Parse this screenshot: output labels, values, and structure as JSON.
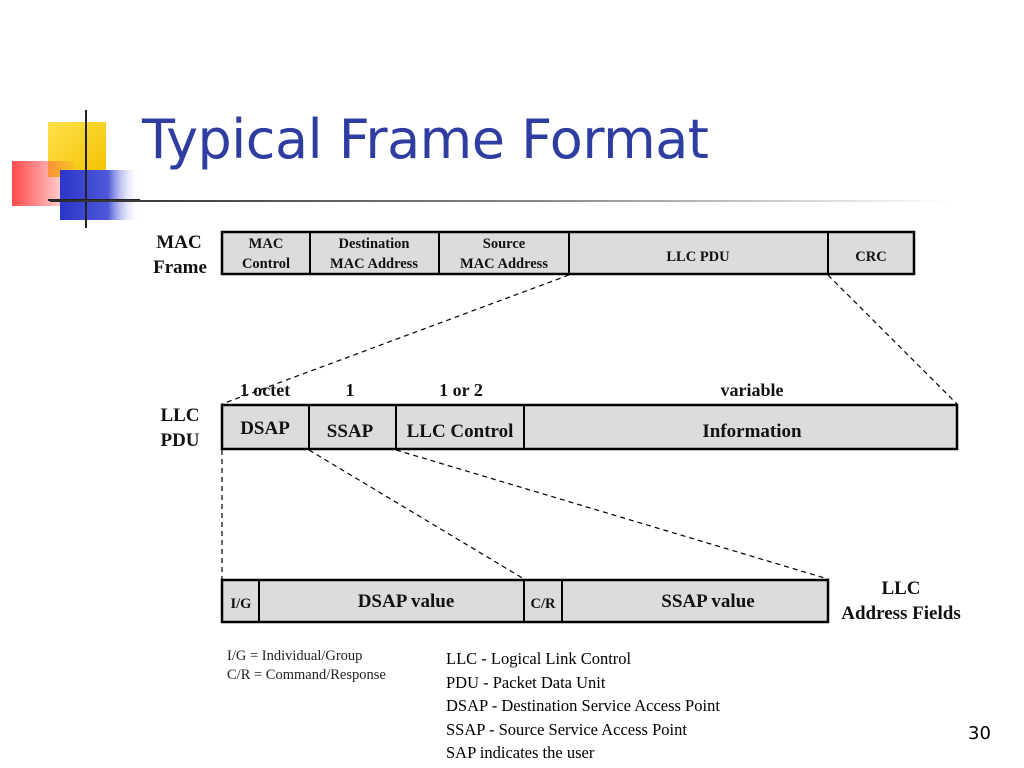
{
  "slide": {
    "title": "Typical Frame Format",
    "page_number": "30"
  },
  "mac_frame": {
    "row_label_line1": "MAC",
    "row_label_line2": "Frame",
    "fields": [
      {
        "line1": "MAC",
        "line2": "Control"
      },
      {
        "line1": "Destination",
        "line2": "MAC Address"
      },
      {
        "line1": "Source",
        "line2": "MAC Address"
      },
      {
        "line1": "LLC PDU",
        "line2": ""
      },
      {
        "line1": "CRC",
        "line2": ""
      }
    ]
  },
  "llc_pdu": {
    "row_label_line1": "LLC",
    "row_label_line2": "PDU",
    "sizes": [
      "1 octet",
      "1",
      "1 or 2",
      "variable"
    ],
    "fields": [
      "DSAP",
      "SSAP",
      "LLC Control",
      "Information"
    ]
  },
  "address_fields": {
    "row_label_line1": "LLC",
    "row_label_line2": "Address Fields",
    "fields": [
      "I/G",
      "DSAP value",
      "C/R",
      "SSAP value"
    ]
  },
  "legend_left": [
    "I/G = Individual/Group",
    "C/R = Command/Response"
  ],
  "legend_right": [
    "LLC - Logical Link Control",
    "PDU - Packet Data Unit",
    "DSAP - Destination Service Access Point",
    "SSAP - Source Service Access Point",
    "SAP indicates the user"
  ],
  "colors": {
    "title": "#2f3da0",
    "field_fill": "#dcdcdc",
    "logo_yellow": "#f7d000",
    "logo_blue": "#2b35c8",
    "logo_red": "#ff3b3b"
  }
}
